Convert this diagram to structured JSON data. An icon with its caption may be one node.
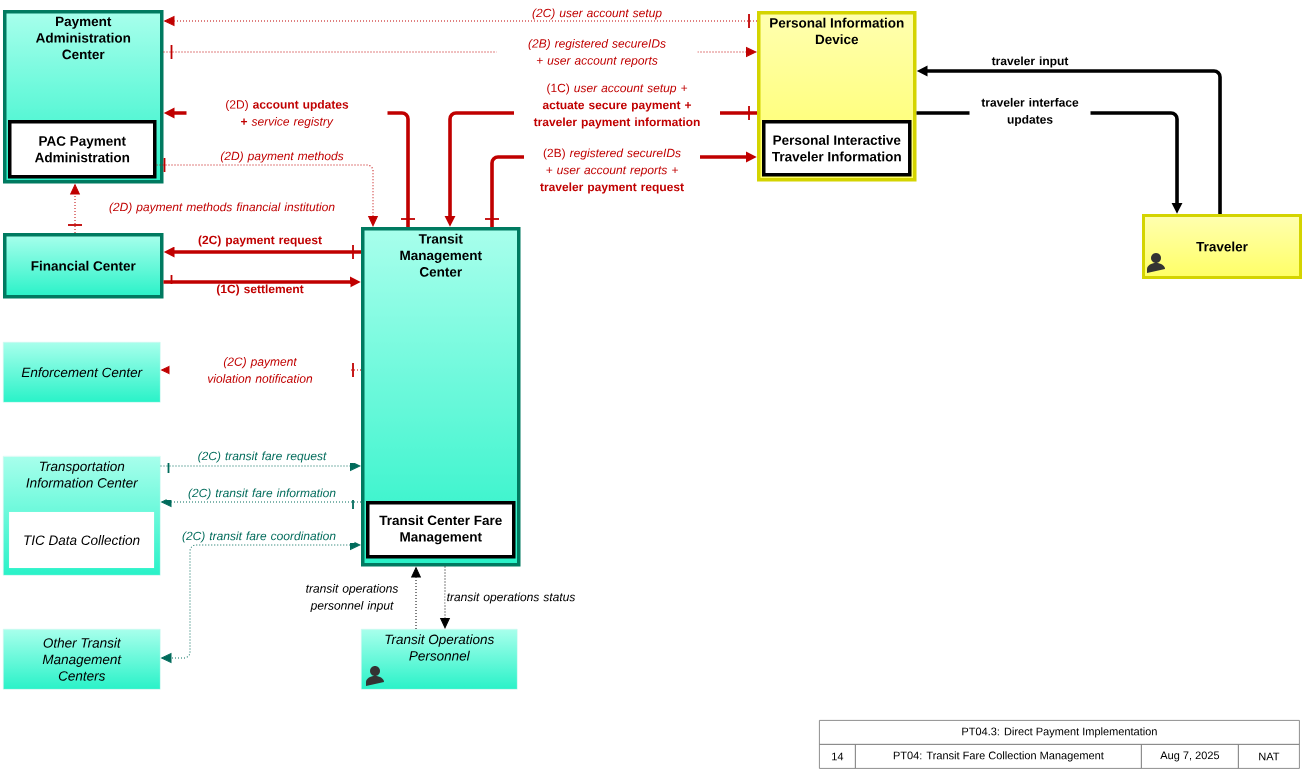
{
  "diagram": {
    "nodes": [
      {
        "text": [
          "Payment Administration Center"
        ]
      },
      {
        "text": [
          "PAC Payment Administration"
        ],
        "in": 0
      },
      {
        "text": [
          "Personal Information Device"
        ]
      },
      {
        "text": [
          "Personal Interactive Traveler Information"
        ],
        "in": 2
      },
      {
        "text": [
          "Traveler"
        ]
      },
      {
        "text": [
          "Financial Center"
        ]
      },
      {
        "text": [
          "Transit Management Center"
        ]
      },
      {
        "text": [
          "Transit Center Fare Management"
        ],
        "in": 6
      },
      {
        "text": [
          "Enforcement Center"
        ]
      },
      {
        "text": [
          "Transportation Information Center"
        ]
      },
      {
        "text": [
          "TIC Data Collection"
        ],
        "in": 9
      },
      {
        "text": [
          "Other Transit Management Centers"
        ]
      },
      {
        "text": [
          "Transit Operations Personnel"
        ]
      }
    ],
    "edges": [
      {
        "from": 2,
        "to": 0,
        "arrow": "to",
        "label": "(2C) user account setup",
        "style": "dashed"
      },
      {
        "from": 0,
        "to": 2,
        "arrow": "to",
        "label": "(2B) registered secureIDs + user account reports",
        "style": "dashed"
      },
      {
        "from": 6,
        "to": 0,
        "arrow": "to",
        "label": "(2D) **account updates +** *service registry*",
        "style": "thick"
      },
      {
        "from": 2,
        "to": 6,
        "arrow": "to",
        "label": "(1C) *user account setup +* **actuate secure payment + traveler payment information**",
        "style": "thick"
      },
      {
        "from": 6,
        "to": 2,
        "arrow": "to",
        "label": "(2B) *registered secureIDs + user account reports +* **traveler payment request**",
        "style": "thick"
      },
      {
        "from": 4,
        "to": 2,
        "arrow": "to",
        "label": "traveler input",
        "style": "thick",
        "color": "#000000"
      },
      {
        "from": 2,
        "to": 4,
        "arrow": "to",
        "label": "traveler interface updates",
        "style": "thick",
        "color": "#000000"
      },
      {
        "from": 1,
        "to": 6,
        "arrow": "to",
        "label": "(2D) payment methods",
        "style": "dashed"
      },
      {
        "from": 5,
        "to": 0,
        "arrow": "to",
        "label": "(2D) payment methods financial institution",
        "style": "dashed"
      },
      {
        "from": 6,
        "to": 5,
        "arrow": "to",
        "label": "(2C) payment request",
        "style": "thick"
      },
      {
        "from": 5,
        "to": 6,
        "arrow": "to",
        "label": "(1C) settlement",
        "style": "thick"
      },
      {
        "from": 6,
        "to": 8,
        "arrow": "to",
        "label": "(2C) payment violation notification",
        "style": "dashed"
      },
      {
        "from": 9,
        "to": 6,
        "arrow": "to",
        "label": "(2C) transit fare request",
        "style": "dashed",
        "color": "#006b5b"
      },
      {
        "from": 6,
        "to": 9,
        "arrow": "to",
        "label": "(2C) transit fare information",
        "style": "dashed",
        "color": "#006b5b"
      },
      {
        "from": 6,
        "to": 11,
        "arrow": "both",
        "label": "(2C) transit fare coordination",
        "style": "dashed",
        "color": "#006b5b"
      },
      {
        "from": 12,
        "to": 6,
        "arrow": "to",
        "label": "transit operations personnel input",
        "style": "dashed",
        "color": "#000000"
      },
      {
        "from": 6,
        "to": 12,
        "arrow": "to",
        "label": "transit operations status",
        "style": "dashed",
        "color": "#000000"
      }
    ],
    "labels": [
      "PT04.3: Direct Payment Implementation",
      "14",
      "PT04: Transit Fare Collection Management",
      "Aug 7, 2025",
      "NAT"
    ]
  }
}
